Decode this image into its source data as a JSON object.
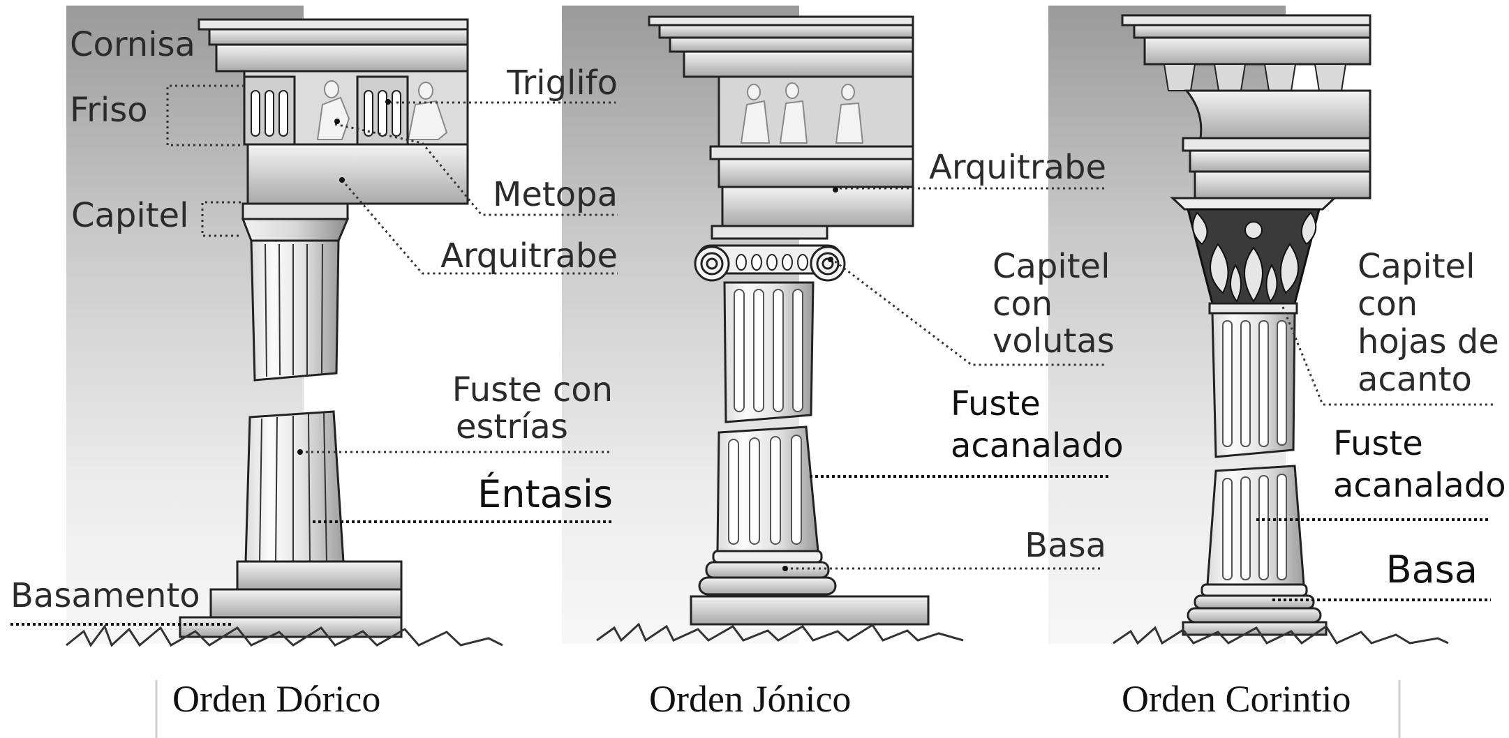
{
  "doric": {
    "labels": {
      "cornisa": "Cornisa",
      "friso": "Friso",
      "capitel": "Capitel",
      "basamento": "Basamento",
      "triglifo": "Triglifo",
      "metopa": "Metopa",
      "arquitrabe": "Arquitrabe",
      "fuste_line1": "Fuste con",
      "fuste_line2": "estrías",
      "entasis": "Éntasis"
    },
    "caption": "Orden Dórico"
  },
  "ionic": {
    "labels": {
      "arquitrabe": "Arquitrabe",
      "capitel_line1": "Capitel",
      "capitel_line2": "con",
      "capitel_line3": "volutas",
      "fuste_line1": "Fuste",
      "fuste_line2": "acanalado",
      "basa": "Basa"
    },
    "caption": "Orden Jónico"
  },
  "corinthian": {
    "labels": {
      "capitel_line1": "Capitel",
      "capitel_line2": "con",
      "capitel_line3": "hojas de",
      "capitel_line4": "acanto",
      "fuste_line1": "Fuste",
      "fuste_line2": "acanalado",
      "basa": "Basa"
    },
    "caption": "Orden Corintio"
  }
}
